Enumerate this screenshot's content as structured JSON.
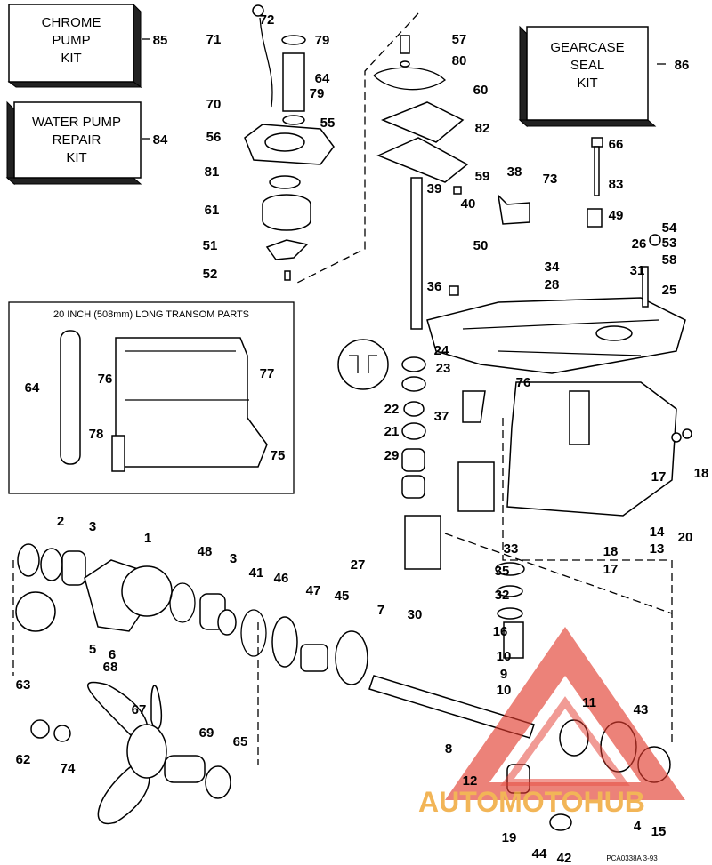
{
  "kits": {
    "chrome_pump": [
      "CHROME",
      "PUMP",
      "KIT"
    ],
    "chrome_pump_no": "85",
    "water_pump": [
      "WATER PUMP",
      "REPAIR",
      "KIT"
    ],
    "water_pump_no": "84",
    "gearcase_seal": [
      "GEARCASE",
      "SEAL",
      "KIT"
    ],
    "gearcase_seal_no": "86"
  },
  "inset_title": "20 INCH (508mm) LONG TRANSOM PARTS",
  "callouts": [
    "72",
    "71",
    "79",
    "64",
    "79",
    "70",
    "55",
    "56",
    "81",
    "61",
    "51",
    "52",
    "57",
    "80",
    "60",
    "82",
    "59",
    "39",
    "40",
    "38",
    "50",
    "36",
    "66",
    "73",
    "83",
    "49",
    "54",
    "53",
    "26",
    "58",
    "34",
    "31",
    "28",
    "25",
    "24",
    "23",
    "76",
    "22",
    "37",
    "21",
    "29",
    "77",
    "76",
    "64",
    "78",
    "75",
    "17",
    "18",
    "20",
    "14",
    "13",
    "18",
    "17",
    "27",
    "30",
    "33",
    "35",
    "32",
    "2",
    "3",
    "1",
    "48",
    "3",
    "41",
    "46",
    "47",
    "45",
    "7",
    "5",
    "6",
    "16",
    "10",
    "9",
    "10",
    "63",
    "68",
    "67",
    "62",
    "74",
    "69",
    "65",
    "11",
    "43",
    "8",
    "12",
    "4",
    "19",
    "15",
    "44",
    "42"
  ],
  "footer_code": "PCA0338A  3-93",
  "watermark": "AUTOMOTOHUB",
  "colors": {
    "line": "#000000",
    "watermark_red": "#e23b2e",
    "watermark_orange": "#f0a93a"
  }
}
